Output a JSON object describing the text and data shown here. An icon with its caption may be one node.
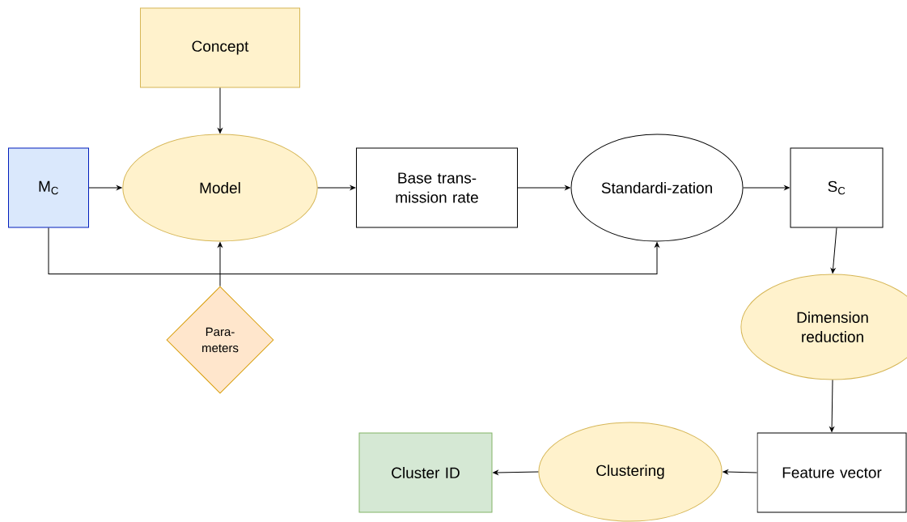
{
  "diagram": {
    "nodes": [
      {
        "text": [
          "Concept"
        ]
      },
      {
        "text": [
          "M$_{C}$"
        ]
      },
      {
        "text": [
          "Model"
        ]
      },
      {
        "text": [
          "Base trans-mission rate"
        ]
      },
      {
        "text": [
          "Standardi-zation"
        ]
      },
      {
        "text": [
          "S$_{C}$"
        ]
      },
      {
        "text": [
          "Para-meters"
        ]
      },
      {
        "text": [
          "Dimension reduction"
        ]
      },
      {
        "text": [
          "Feature vector"
        ]
      },
      {
        "text": [
          "Clustering"
        ]
      },
      {
        "text": [
          "Cluster ID"
        ]
      }
    ],
    "edges": [
      {
        "from": 0,
        "to": 2,
        "arrow": "to"
      },
      {
        "from": 1,
        "to": 2,
        "arrow": "to"
      },
      {
        "from": 6,
        "to": 2,
        "arrow": "to"
      },
      {
        "from": 2,
        "to": 3,
        "arrow": "to"
      },
      {
        "from": 3,
        "to": 4,
        "arrow": "to"
      },
      {
        "from": 1,
        "to": 4,
        "arrow": "to"
      },
      {
        "from": 4,
        "to": 5,
        "arrow": "to"
      },
      {
        "from": 5,
        "to": 7,
        "arrow": "to"
      },
      {
        "from": 7,
        "to": 8,
        "arrow": "to"
      },
      {
        "from": 8,
        "to": 9,
        "arrow": "to"
      },
      {
        "from": 9,
        "to": 10,
        "arrow": "to"
      }
    ]
  }
}
